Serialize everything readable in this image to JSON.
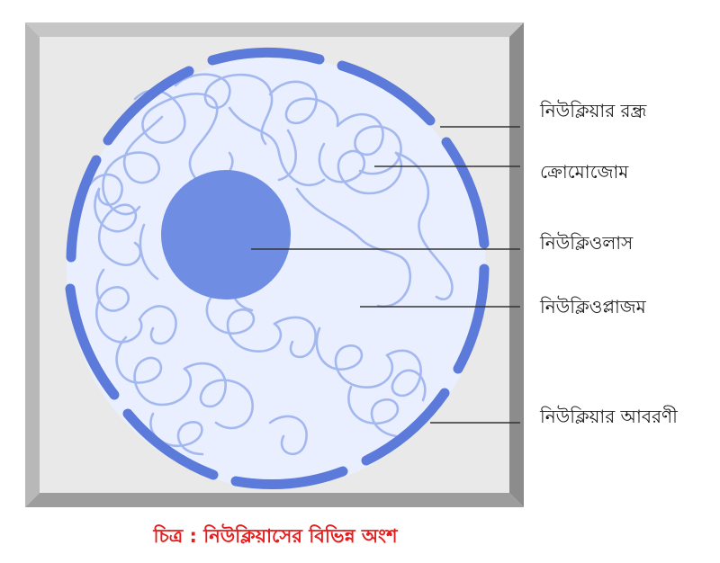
{
  "labels": [
    {
      "id": "nuclear-pore",
      "text": "নিউক্লিয়ার রন্ধ্র"
    },
    {
      "id": "chromosome",
      "text": "ক্রোমোজোম"
    },
    {
      "id": "nucleolus",
      "text": "নিউক্লিওলাস"
    },
    {
      "id": "nucleoplasm",
      "text": "নিউক্লিওপ্লাজম"
    },
    {
      "id": "nuclear-envelope",
      "text": "নিউক্লিয়ার আবরণী"
    }
  ],
  "caption": "চিত্র : নিউক্লিয়াসের বিভিন্ন অংশ",
  "colors": {
    "frame_face": "#e9e9e9",
    "frame_edge": "#9a9a9a",
    "cell_fill": "#e9efff",
    "membrane": "#5c7ad9",
    "chromatin": "#a4b8f0",
    "nucleolus": "#6f8de3",
    "leader": "#333333",
    "caption": "#e41e1e"
  }
}
